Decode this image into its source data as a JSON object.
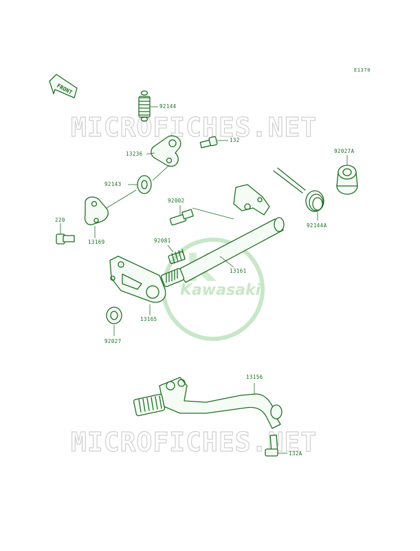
{
  "diagram_code": "E1370",
  "front_label": "FRONT",
  "watermarks": [
    "MICROFICHES.NET",
    "MICROFICHES.NET"
  ],
  "logo_text": "Kawasaki",
  "parts": [
    "92144",
    "132",
    "13236",
    "92027A",
    "92143",
    "92002",
    "220",
    "13169",
    "92144A",
    "92081",
    "13161",
    "13165",
    "92027",
    "13156",
    "132A"
  ]
}
